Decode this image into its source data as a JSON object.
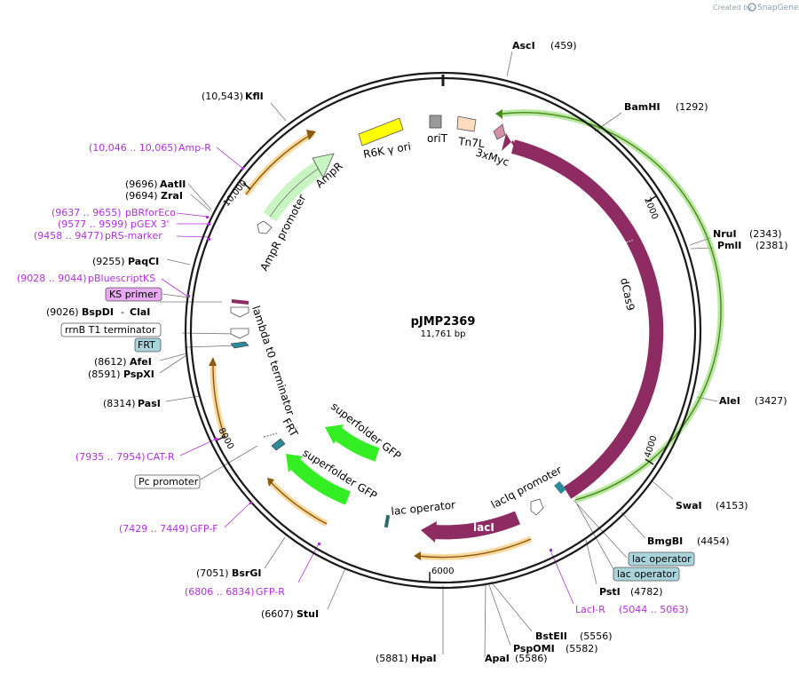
{
  "credit": {
    "prefix": "Created by",
    "brand": "SnapGene"
  },
  "plasmid": {
    "name": "pJMP2369",
    "length": "11,761 bp"
  },
  "ticks": [
    "2000",
    "4000",
    "6000",
    "8000",
    "10,000"
  ],
  "features": {
    "ampr": "AmpR",
    "ampr_promoter": "AmpR promoter",
    "r6k_ori": "R6K γ ori",
    "orit": "oriT",
    "tn7l": "Tn7L",
    "myc": "3xMyc",
    "dcas9": "dCas9",
    "laciq_promoter": "lacIq promoter",
    "laci": "lacI",
    "lac_operator": "lac operator",
    "sfgfp_inner": "superfolder GFP",
    "sfgfp_outer": "superfolder GFP",
    "frt": "FRT",
    "lambda_term": "lambda t0 terminator"
  },
  "sites": {
    "asci": {
      "name": "AscI",
      "pos": "(459)"
    },
    "bamhi": {
      "name": "BamHI",
      "pos": "(1292)"
    },
    "nrui": {
      "name": "NruI",
      "pos": "(2343)"
    },
    "pmli": {
      "name": "PmlI",
      "pos": "(2381)"
    },
    "alei": {
      "name": "AleI",
      "pos": "(3427)"
    },
    "swai": {
      "name": "SwaI",
      "pos": "(4153)"
    },
    "bmgbi": {
      "name": "BmgBI",
      "pos": "(4454)"
    },
    "psti": {
      "name": "PstI",
      "pos": "(4782)"
    },
    "bsteii": {
      "name": "BstEII",
      "pos": "(5556)"
    },
    "pspomi": {
      "name": "PspOMI",
      "pos": "(5582)"
    },
    "apai": {
      "name": "ApaI",
      "pos": "(5586)"
    },
    "hpai": {
      "name": "HpaI",
      "pos": "(5881)"
    },
    "stui": {
      "name": "StuI",
      "pos": "(6607)"
    },
    "bsrgi": {
      "name": "BsrGI",
      "pos": "(7051)"
    },
    "pasi": {
      "name": "PasI",
      "pos": "(8314)"
    },
    "pspxi": {
      "name": "PspXI",
      "pos": "(8591)"
    },
    "afei": {
      "name": "AfeI",
      "pos": "(8612)"
    },
    "bspdi": {
      "name": "BspDI",
      "pos": "(9026)",
      "dash": "-",
      "name2": "ClaI"
    },
    "paqci": {
      "name": "PaqCI",
      "pos": "(9255)"
    },
    "zrai": {
      "name": "ZraI",
      "pos": "(9694)"
    },
    "aatii": {
      "name": "AatII",
      "pos": "(9696)"
    },
    "kfli": {
      "name": "KflI",
      "pos": "(10,543)"
    }
  },
  "primers": {
    "ampr": {
      "range": "(10,046 .. 10,065)",
      "name": "Amp-R"
    },
    "pbrforeco": {
      "range": "(9637 .. 9655)",
      "name": "pBRforEco"
    },
    "pgex3": {
      "range": "(9577 .. 9599)",
      "name": "pGEX 3'"
    },
    "prsmarker": {
      "range": "(9458 .. 9477)",
      "name": "pRS-marker"
    },
    "pbluescriptks": {
      "range": "(9028 .. 9044)",
      "name": "pBluescriptKS"
    },
    "catr": {
      "range": "(7935 .. 7954)",
      "name": "CAT-R"
    },
    "gfpf": {
      "range": "(7429 .. 7449)",
      "name": "GFP-F"
    },
    "gfpr": {
      "range": "(6806 .. 6834)",
      "name": "GFP-R"
    },
    "lacir": {
      "name": "LacI-R",
      "range": "(5044 .. 5063)"
    }
  },
  "boxes": {
    "ks_primer": "KS primer",
    "rrnb": "rrnB T1 terminator",
    "frt": "FRT",
    "pc_promoter": "Pc promoter",
    "lac_op1": "lac operator",
    "lac_op2": "lac operator"
  },
  "colors": {
    "backbone": "#1a1a1a",
    "dcas9": "#8e2b62",
    "green_halo": "#78d14a",
    "orange_halo": "#f6b84a",
    "primer": "#b030d8",
    "gfp": "#33ee22",
    "ampr": "#c9f5c2",
    "r6k": "#ffff00",
    "orit": "#9a9a9a",
    "tn7l": "#ffdcc0",
    "frt": "#2e8a9a"
  }
}
